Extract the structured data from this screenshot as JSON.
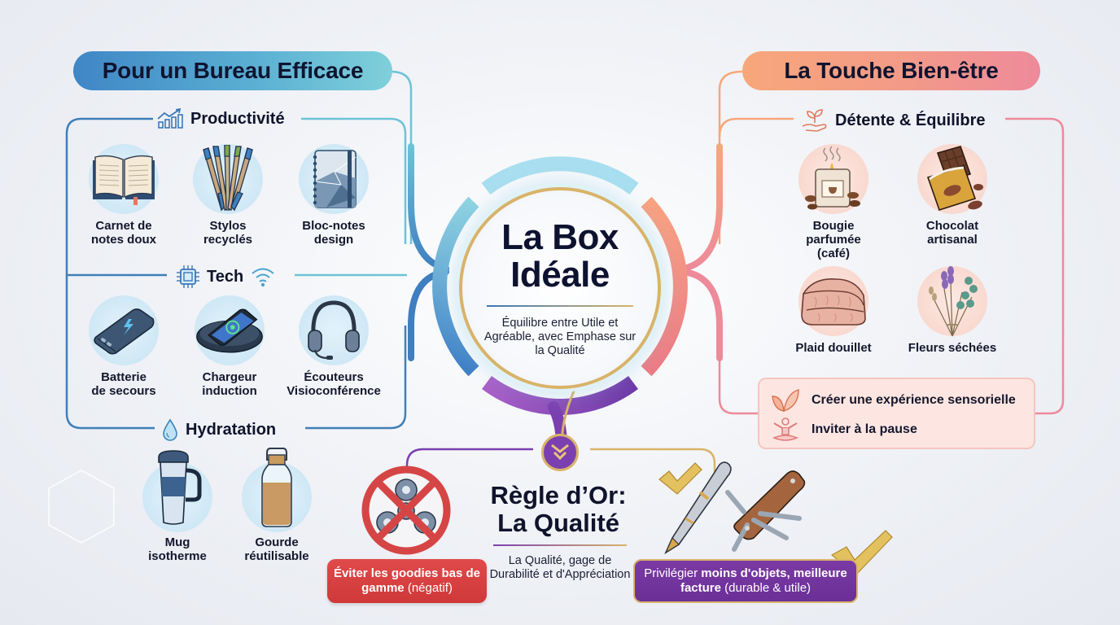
{
  "center": {
    "title_line1": "La Box",
    "title_line2": "Idéale",
    "subtitle": "Équilibre entre Utile et Agréable, avec Emphase sur la Qualité"
  },
  "left_branch": {
    "title": "Pour un Bureau Efficace",
    "color": "#4a96c8",
    "sections": [
      {
        "title": "Productivité",
        "icon": "growth-chart-icon",
        "items": [
          {
            "label": "Carnet de\nnotes doux",
            "icon": "open-notebook-icon"
          },
          {
            "label": "Stylos\nrecyclés",
            "icon": "recycled-pens-icon"
          },
          {
            "label": "Bloc-notes\ndesign",
            "icon": "spiral-notepad-icon"
          }
        ]
      },
      {
        "title": "Tech",
        "icon": "chip-icon",
        "icon_extra": "wifi-icon",
        "items": [
          {
            "label": "Batterie\nde secours",
            "icon": "power-bank-icon"
          },
          {
            "label": "Chargeur\ninduction",
            "icon": "wireless-charger-icon"
          },
          {
            "label": "Écouteurs\nVisioconférence",
            "icon": "headset-icon"
          }
        ]
      },
      {
        "title": "Hydratation",
        "icon": "water-drop-icon",
        "items": [
          {
            "label": "Mug\nisotherme",
            "icon": "travel-mug-icon"
          },
          {
            "label": "Gourde\nréutilisable",
            "icon": "water-bottle-icon"
          }
        ]
      }
    ]
  },
  "right_branch": {
    "title": "La Touche Bien-être",
    "color": "#f39a88",
    "section": {
      "title": "Détente & Équilibre",
      "icon": "hand-sprout-icon",
      "items": [
        {
          "label": "Bougie parfumée\n(café)",
          "icon": "candle-icon"
        },
        {
          "label": "Chocolat\nartisanal",
          "icon": "chocolate-bar-icon"
        },
        {
          "label": "Plaid douillet",
          "icon": "blanket-icon"
        },
        {
          "label": "Fleurs séchées",
          "icon": "dried-flowers-icon"
        }
      ]
    },
    "benefits": [
      {
        "label": "Créer une expérience sensorielle",
        "icon": "leaves-icon"
      },
      {
        "label": "Inviter à la pause",
        "icon": "meditation-icon"
      }
    ]
  },
  "bottom_branch": {
    "title_line1": "Règle d’Or:",
    "title_line2": "La Qualité",
    "subtitle": "La Qualité, gage de Durabilité et d'Appréciation",
    "color": "#6f33a0",
    "avoid": {
      "bold": "Éviter les goodies bas de gamme",
      "light": " (négatif)",
      "icon": "forbidden-spinner-icon"
    },
    "prefer": {
      "prefix": "Privilégier ",
      "bold": "moins d'objets, meilleure facture",
      "suffix": " (durable & utile)",
      "icon": "pen-and-multitool-icon"
    }
  }
}
